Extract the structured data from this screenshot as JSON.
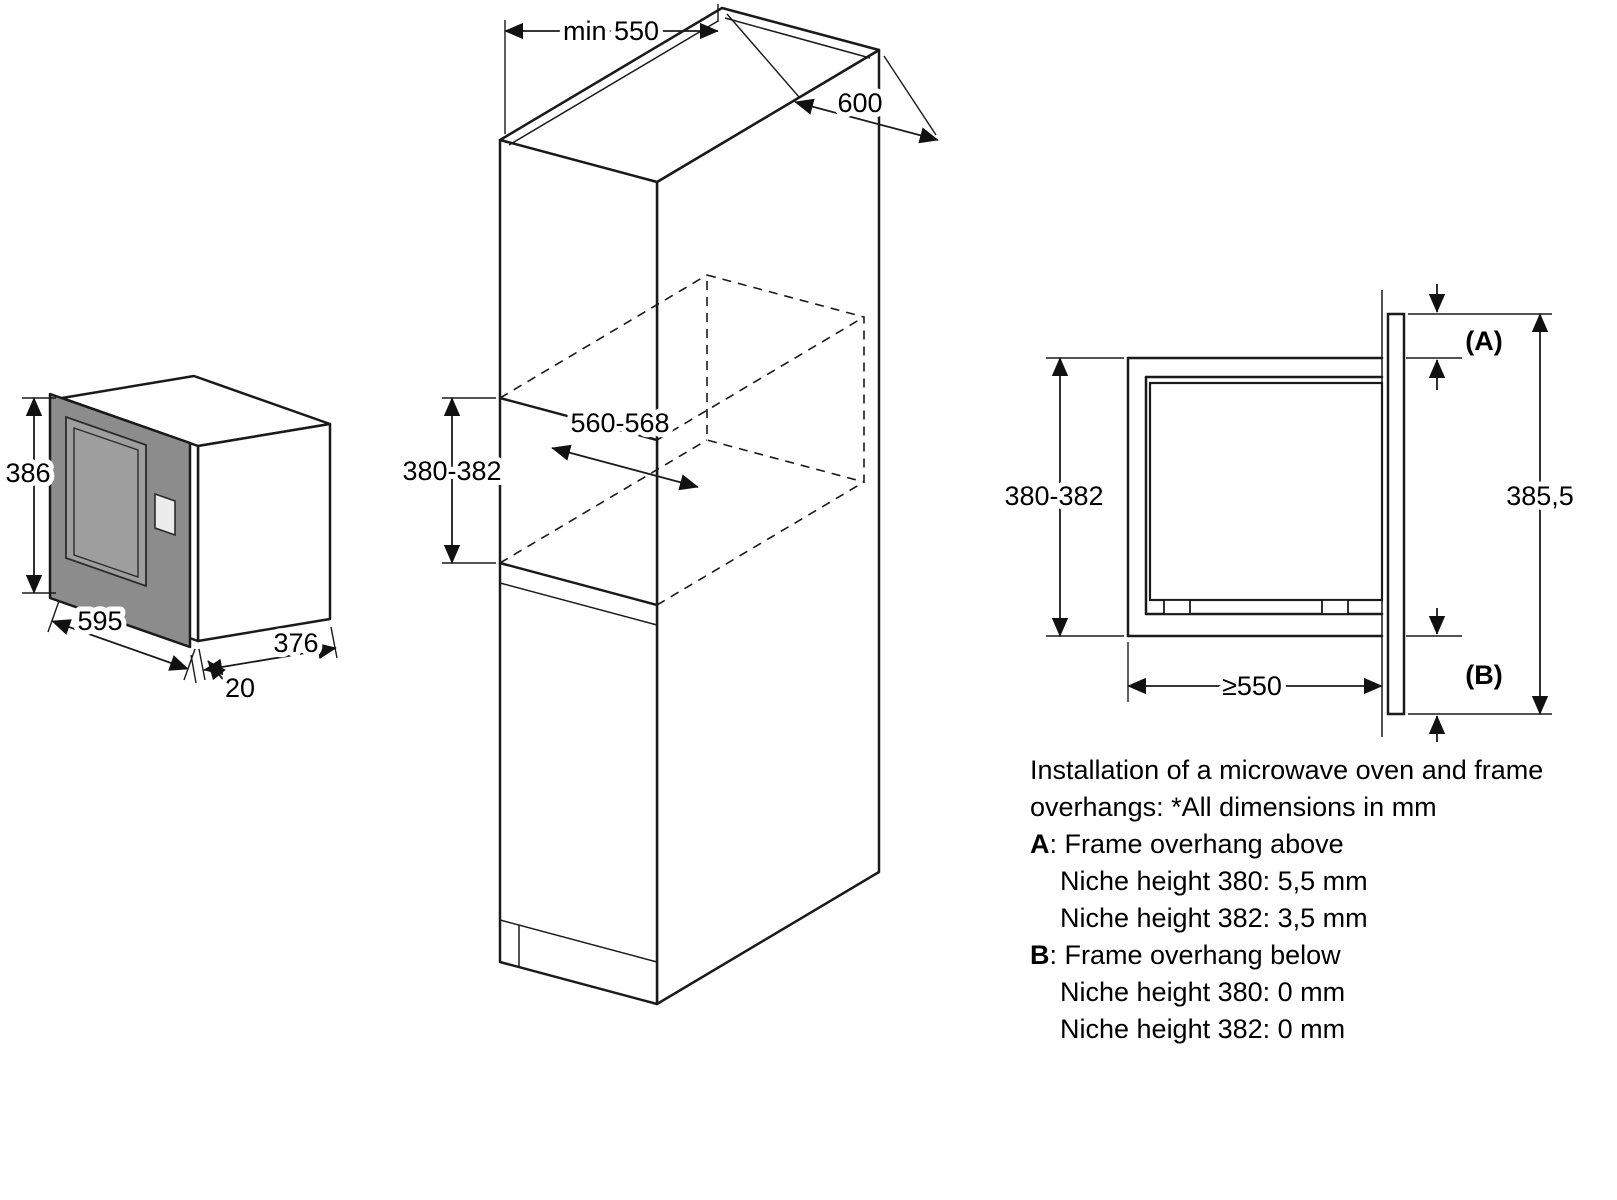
{
  "microwave_view": {
    "height_mm": "386",
    "width_mm": "595",
    "depth_mm": "376",
    "frame_mm": "20"
  },
  "cabinet_view": {
    "width_min": "min 550",
    "depth": "600",
    "niche_height": "380-382",
    "niche_width": "560-568"
  },
  "section_view": {
    "niche_height": "380-382",
    "niche_depth": "≥550",
    "frame_height": "385,5",
    "overhang_above": "(A)",
    "overhang_below": "(B)"
  },
  "notes": {
    "title_line1": "Installation of a microwave oven and frame",
    "title_line2": "overhangs: *All dimensions in mm",
    "item_a_prefix": "A",
    "item_a_text": ": Frame overhang above",
    "item_a_sub1": "Niche height 380: 5,5 mm",
    "item_a_sub2": "Niche height 382: 3,5 mm",
    "item_b_prefix": "B",
    "item_b_text": ": Frame overhang below",
    "item_b_sub1": "Niche height 380: 0 mm",
    "item_b_sub2": "Niche height 382: 0 mm"
  }
}
